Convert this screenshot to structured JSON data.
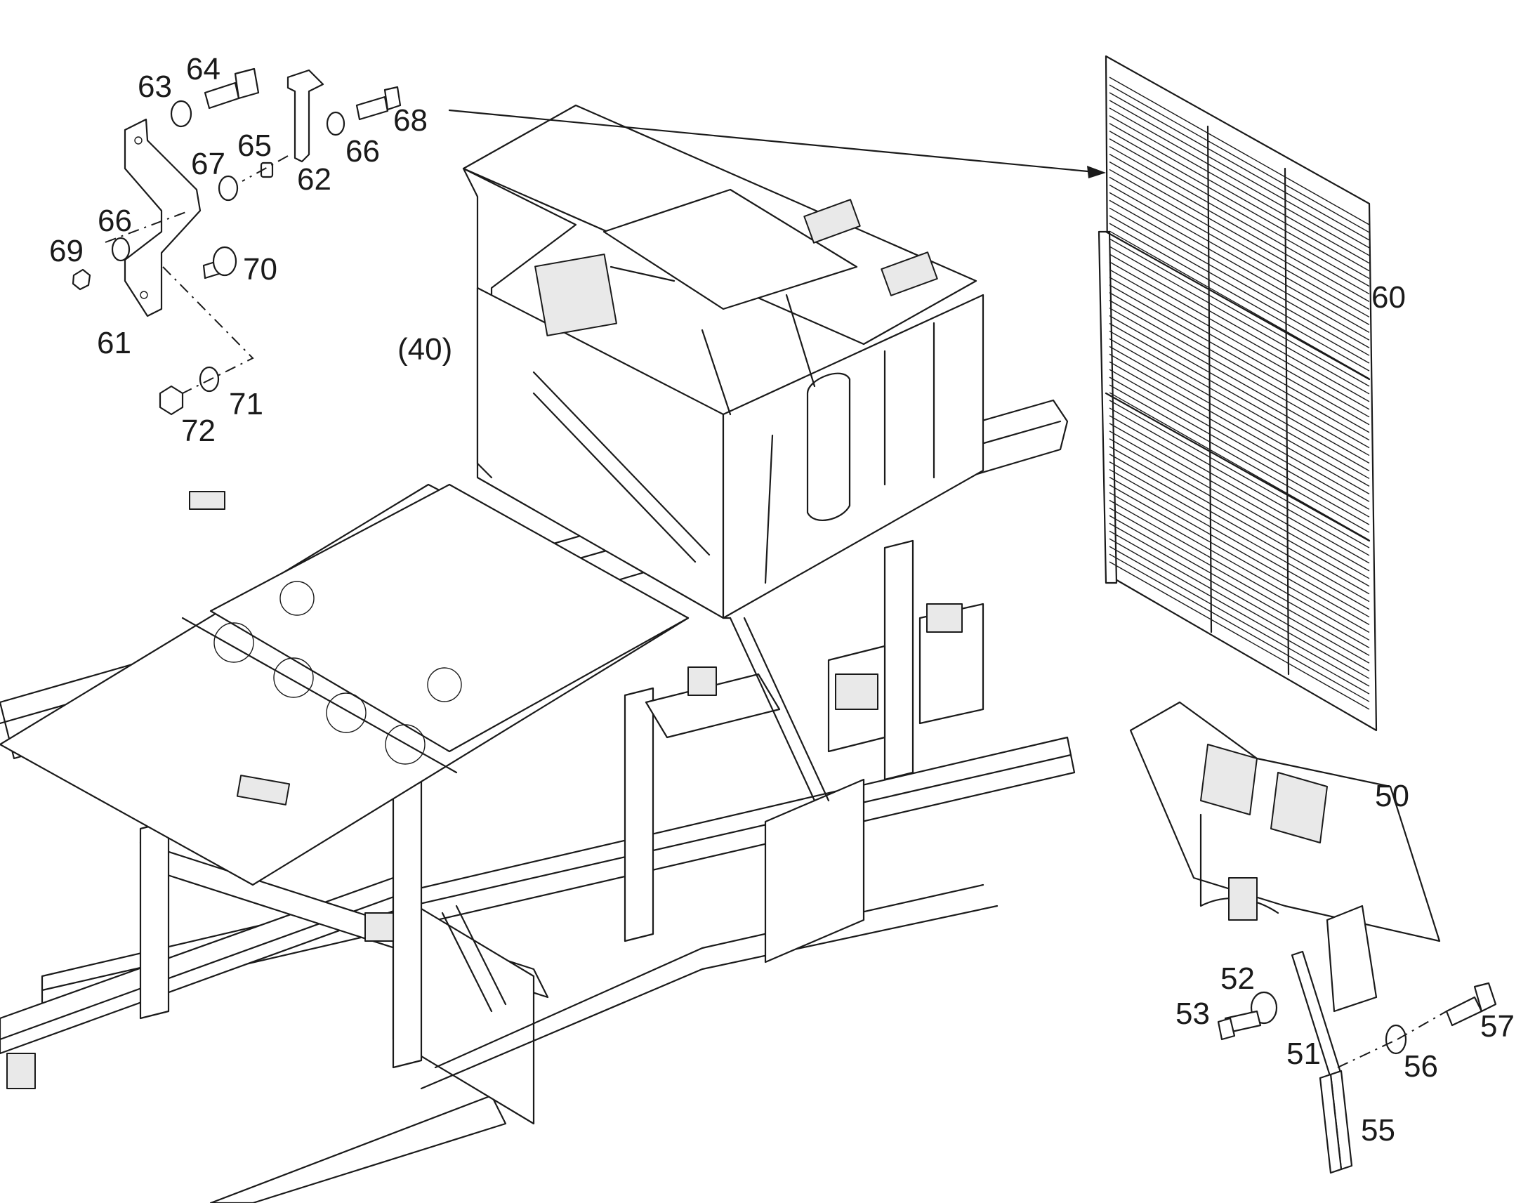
{
  "callouts": {
    "c40": "(40)",
    "c50": "50",
    "c51": "51",
    "c52": "52",
    "c53": "53",
    "c55": "55",
    "c56": "56",
    "c57": "57",
    "c60": "60",
    "c61": "61",
    "c62": "62",
    "c63": "63",
    "c64": "64",
    "c65": "65",
    "c66a": "66",
    "c66b": "66",
    "c67": "67",
    "c68": "68",
    "c69": "69",
    "c70": "70",
    "c71": "71",
    "c72": "72"
  },
  "colors": {
    "line": "#1a1a1a",
    "background": "#ffffff"
  }
}
